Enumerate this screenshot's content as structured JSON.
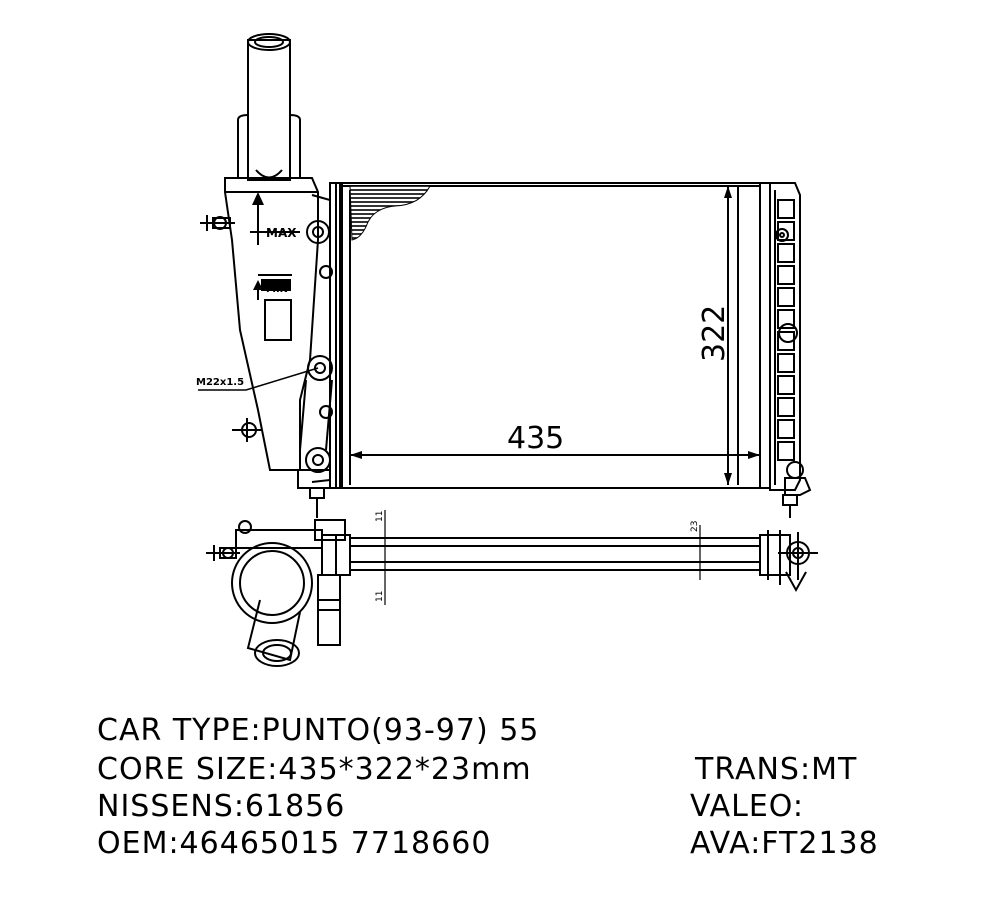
{
  "drawing": {
    "dim_width": "435",
    "dim_height": "322",
    "max_label": "MAX",
    "min_label": "MIN",
    "thread_label": "M22x1.5",
    "dim_small_top": "11",
    "dim_small_bottom": "11",
    "dim_side": "23"
  },
  "specs": {
    "car_type": "CAR TYPE:PUNTO(93-97)  55",
    "core_size": "CORE SIZE:435*322*23mm",
    "trans": "TRANS:MT",
    "nissens": "NISSENS:61856",
    "valeo": "VALEO:",
    "oem": "OEM:46465015  7718660",
    "ava": "AVA:FT2138"
  }
}
